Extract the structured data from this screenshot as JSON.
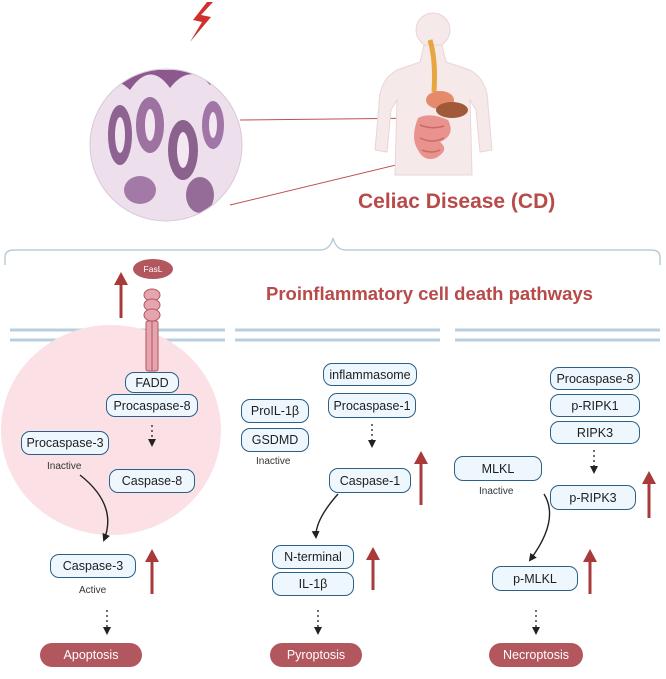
{
  "titles": {
    "disease": "Celiac Disease (CD)",
    "pathways": "Proinflammatory cell death pathways"
  },
  "ligand": "FasL",
  "apoptosis": {
    "fadd": "FADD",
    "procaspase8": "Procaspase-8",
    "procaspase3": "Procaspase-3",
    "inactive": "Inactive",
    "caspase8": "Caspase-8",
    "caspase3": "Caspase-3",
    "active": "Active",
    "outcome": "Apoptosis"
  },
  "pyroptosis": {
    "inflammasome": "inflammasome",
    "procaspase1": "Procaspase-1",
    "proil1b": "ProIL-1β",
    "gsdmd": "GSDMD",
    "inactive": "Inactive",
    "caspase1": "Caspase-1",
    "nterminal": "N-terminal",
    "il1b": "IL-1β",
    "outcome": "Pyroptosis"
  },
  "necroptosis": {
    "procaspase8": "Procaspase-8",
    "pripk1": "p-RIPK1",
    "ripk3": "RIPK3",
    "mlkl": "MLKL",
    "inactive": "Inactive",
    "pripk3": "p-RIPK3",
    "pmlkl": "p-MLKL",
    "outcome": "Necroptosis"
  },
  "colors": {
    "accent_red": "#b84a4a",
    "arrow_red": "#a83a3a",
    "outcome_fill": "#b2575e",
    "node_border": "#2b5f86",
    "node_fill": "#eef7fd",
    "membrane": "#b9cfe0",
    "apoptosis_bg": "#fbe1e6"
  }
}
